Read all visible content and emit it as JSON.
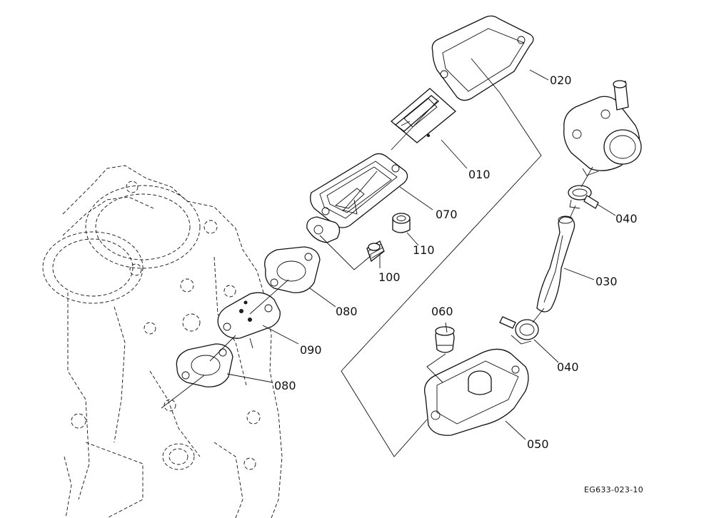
{
  "parts": [
    {
      "id": "p010",
      "label": "010"
    },
    {
      "id": "p020",
      "label": "020"
    },
    {
      "id": "p030",
      "label": "030"
    },
    {
      "id": "p040a",
      "label": "040"
    },
    {
      "id": "p040b",
      "label": "040"
    },
    {
      "id": "p050",
      "label": "050"
    },
    {
      "id": "p060",
      "label": "060"
    },
    {
      "id": "p070",
      "label": "070"
    },
    {
      "id": "p080a",
      "label": "080"
    },
    {
      "id": "p080b",
      "label": "080"
    },
    {
      "id": "p090",
      "label": "090"
    },
    {
      "id": "p100",
      "label": "100"
    },
    {
      "id": "p110",
      "label": "110"
    }
  ],
  "drawing_code": "EG633-023-10"
}
